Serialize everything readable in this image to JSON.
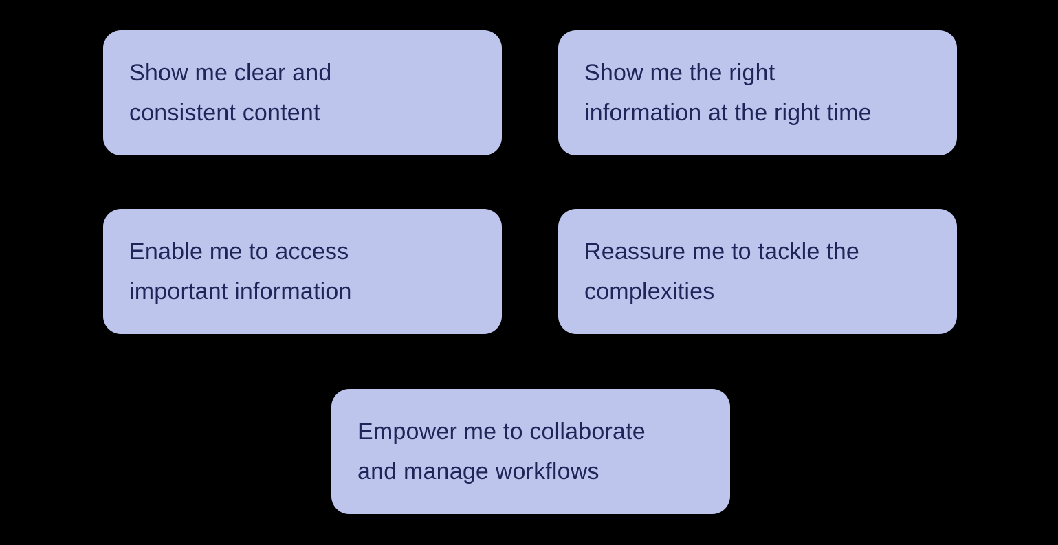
{
  "canvas": {
    "background_color": "#000000"
  },
  "colors": {
    "card_background": "#bdc5ec",
    "card_text": "#1e2659"
  },
  "cards": [
    {
      "id": "show-clear-consistent-content",
      "line1": "Show me clear and",
      "line2": "consistent content",
      "full_text": "Show me clear and consistent content"
    },
    {
      "id": "show-right-information-right-time",
      "line1": "Show me the right",
      "line2": "information at the right time",
      "full_text": "Show me the right information at the right time"
    },
    {
      "id": "enable-access-important-information",
      "line1": "Enable me to access",
      "line2": "important information",
      "full_text": "Enable me to access important information"
    },
    {
      "id": "reassure-tackle-complexities",
      "line1": "Reassure me to tackle the",
      "line2": "complexities",
      "full_text": "Reassure me to tackle the complexities"
    },
    {
      "id": "empower-collaborate-manage-workflows",
      "line1": "Empower me to collaborate",
      "line2": "and manage workflows",
      "full_text": "Empower me to collaborate and manage workflows"
    }
  ]
}
